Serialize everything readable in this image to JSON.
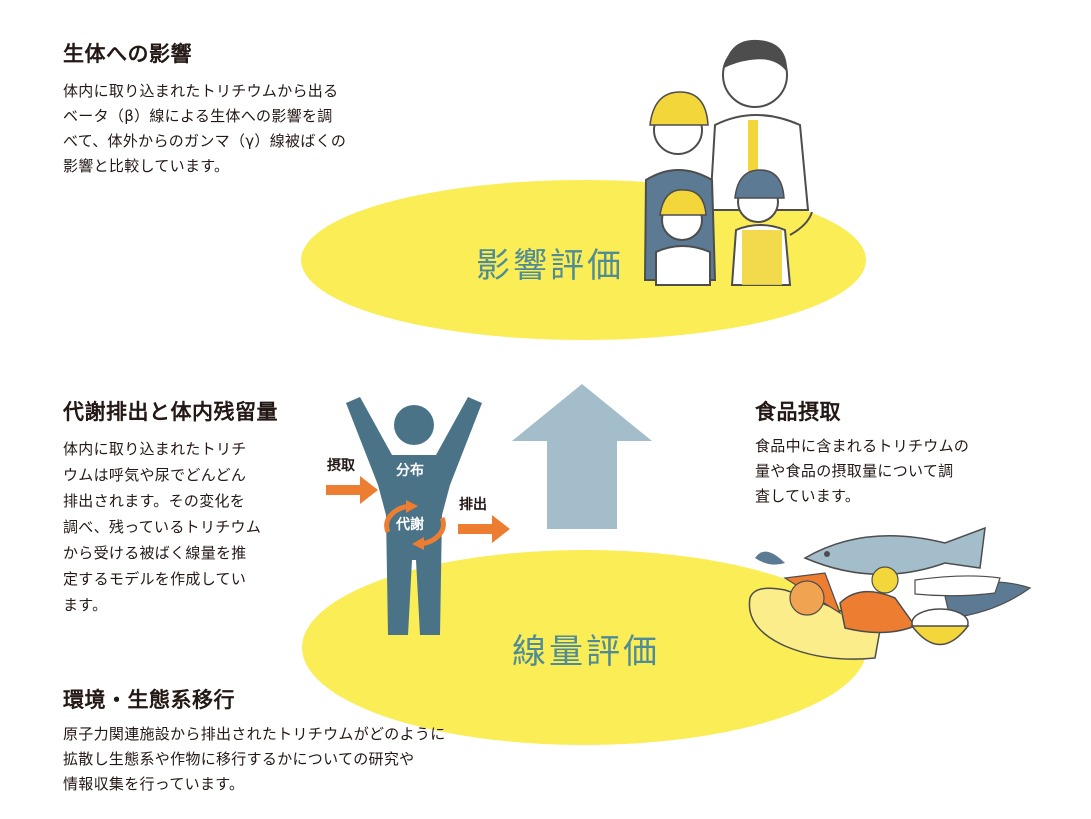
{
  "sections": {
    "impact": {
      "title": "生体への影響",
      "body": "体内に取り込まれたトリチウムから出る\nベータ（β）線による生体への影響を調\nべて、体外からのガンマ（γ）線被ばくの\n影響と比較しています。"
    },
    "metabolism": {
      "title": "代謝排出と体内残留量",
      "body": "体内に取り込まれたトリチ\nウムは呼気や尿でどんどん\n排出されます。その変化を\n調べ、残っているトリチウム\nから受ける被ばく線量を推\n定するモデルを作成してい\nます。"
    },
    "food": {
      "title": "食品摂取",
      "body": "食品中に含まれるトリチウムの\n量や食品の摂取量について調\n査しています。"
    },
    "environment": {
      "title": "環境・生態系移行",
      "body": "原子力関連施設から排出されたトリチウムがどのように\n拡散し生態系や作物に移行するかについての研究や\n情報収集を行っています。"
    }
  },
  "evaluations": {
    "impact": "影響評価",
    "dose": "線量評価"
  },
  "body_figure": {
    "intake": "摂取",
    "distribution": "分布",
    "metabolism": "代謝",
    "excretion": "排出"
  },
  "colors": {
    "ellipse": "#faed55",
    "figure": "#4a7388",
    "arrow_orange": "#ed7d31",
    "up_arrow": "#a4bdcb",
    "eval_text": "#4f8c96"
  },
  "icons": [
    "family-illustration",
    "food-illustration",
    "human-figure-icon",
    "up-arrow-icon"
  ]
}
